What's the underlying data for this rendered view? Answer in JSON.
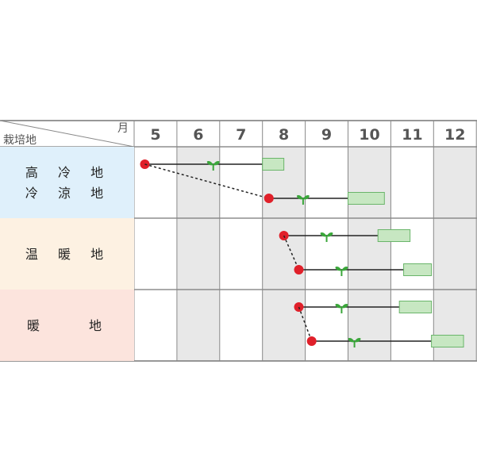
{
  "header": {
    "corner_top": "月",
    "corner_bottom": "栽培地"
  },
  "chart_data": {
    "type": "table",
    "months": [
      "5",
      "6",
      "7",
      "8",
      "9",
      "10",
      "11",
      "12"
    ],
    "shaded_months": [
      "6",
      "8",
      "10",
      "12"
    ],
    "legend": {
      "sowing": "red-dot",
      "planting": "sprout-icon",
      "harvest": "green-bar"
    },
    "colors": {
      "sowing": "#e0202a",
      "sprout": "#3aa63a",
      "harvest_fill": "#c7e7c2",
      "harvest_stroke": "#6ab56a",
      "region_cold": "#dff0fb",
      "region_warm": "#fdf1e2",
      "region_hot": "#fce4dd",
      "shade": "#e8e8e8"
    },
    "regions": [
      {
        "id": "cold",
        "lines": [
          "高 冷 地",
          "冷 涼 地"
        ],
        "schedules": [
          {
            "sow": 5.25,
            "plant": 6.85,
            "harvest": [
              8.0,
              8.5
            ]
          },
          {
            "sow": 8.15,
            "plant": 8.95,
            "harvest": [
              10.0,
              10.85
            ]
          }
        ]
      },
      {
        "id": "warm",
        "lines": [
          "温 暖 地"
        ],
        "schedules": [
          {
            "sow": 8.5,
            "plant": 9.5,
            "harvest": [
              10.7,
              11.45
            ]
          },
          {
            "sow": 8.85,
            "plant": 9.85,
            "harvest": [
              11.3,
              11.95
            ]
          }
        ]
      },
      {
        "id": "hot",
        "lines": [
          "暖　　地"
        ],
        "schedules": [
          {
            "sow": 8.85,
            "plant": 9.85,
            "harvest": [
              11.2,
              11.95
            ]
          },
          {
            "sow": 9.15,
            "plant": 10.15,
            "harvest": [
              11.95,
              12.7
            ]
          }
        ]
      }
    ]
  }
}
